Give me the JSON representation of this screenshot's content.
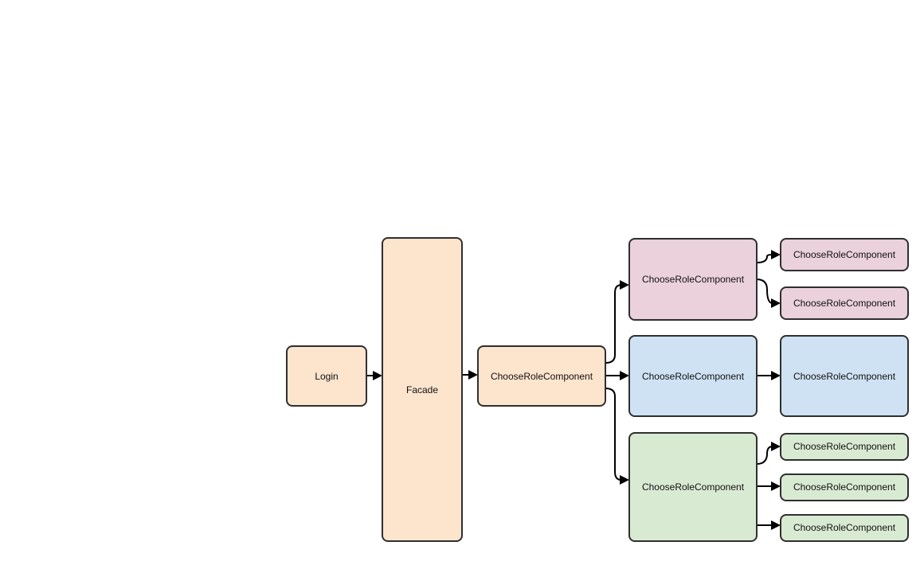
{
  "diagram": {
    "colors": {
      "orange_fill": "#fce4cd",
      "pink_fill": "#ead1dc",
      "blue_fill": "#cfe2f3",
      "green_fill": "#d9ead3",
      "stroke": "#2f2f2f"
    },
    "nodes": [
      {
        "id": "login",
        "label": "Login",
        "color": "orange"
      },
      {
        "id": "facade",
        "label": "Facade",
        "color": "orange"
      },
      {
        "id": "choose-main",
        "label": "ChooseRoleComponent",
        "color": "orange"
      },
      {
        "id": "pink-parent",
        "label": "ChooseRoleComponent",
        "color": "pink"
      },
      {
        "id": "pink-child-1",
        "label": "ChooseRoleComponent",
        "color": "pink"
      },
      {
        "id": "pink-child-2",
        "label": "ChooseRoleComponent",
        "color": "pink"
      },
      {
        "id": "blue-parent",
        "label": "ChooseRoleComponent",
        "color": "blue"
      },
      {
        "id": "blue-child",
        "label": "ChooseRoleComponent",
        "color": "blue"
      },
      {
        "id": "green-parent",
        "label": "ChooseRoleComponent",
        "color": "green"
      },
      {
        "id": "green-child-1",
        "label": "ChooseRoleComponent",
        "color": "green"
      },
      {
        "id": "green-child-2",
        "label": "ChooseRoleComponent",
        "color": "green"
      },
      {
        "id": "green-child-3",
        "label": "ChooseRoleComponent",
        "color": "green"
      }
    ],
    "edges": [
      {
        "from": "login",
        "to": "facade"
      },
      {
        "from": "facade",
        "to": "choose-main"
      },
      {
        "from": "choose-main",
        "to": "pink-parent"
      },
      {
        "from": "choose-main",
        "to": "blue-parent"
      },
      {
        "from": "choose-main",
        "to": "green-parent"
      },
      {
        "from": "pink-parent",
        "to": "pink-child-1"
      },
      {
        "from": "pink-parent",
        "to": "pink-child-2"
      },
      {
        "from": "blue-parent",
        "to": "blue-child"
      },
      {
        "from": "green-parent",
        "to": "green-child-1"
      },
      {
        "from": "green-parent",
        "to": "green-child-2"
      },
      {
        "from": "green-parent",
        "to": "green-child-3"
      }
    ]
  }
}
